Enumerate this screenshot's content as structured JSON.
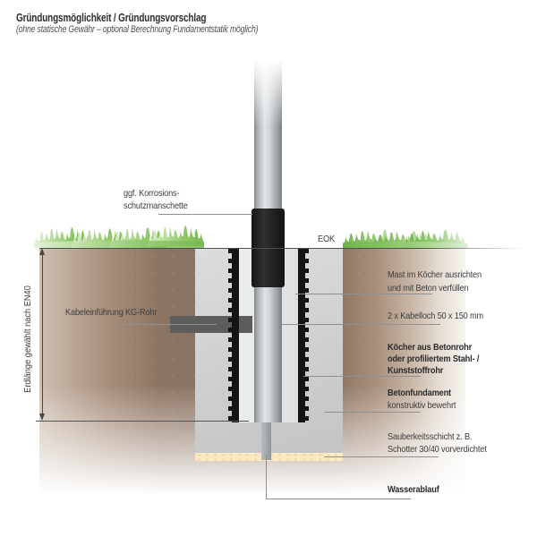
{
  "header": {
    "title": "Gründungsmöglichkeit / Gründungsvorschlag",
    "subtitle": "(ohne statische Gewähr – optional Berechnung Fundamentstatik möglich)"
  },
  "diagram": {
    "eok": "EOK",
    "dimension": "Erdlänge gewählt nach EN40",
    "annotations": {
      "korrosion": {
        "line1": "ggf. Korrosions-",
        "line2": "schutzmanschette"
      },
      "kabeleinfuehrung": {
        "line1": "Kabeleinführung KG-Rohr"
      },
      "mast": {
        "line1": "Mast im Köcher ausrichten",
        "line2": "und mit Beton verfüllen"
      },
      "kabelloch": {
        "line1": "2 x Kabelloch 50 x 150 mm"
      },
      "koecher": {
        "line1": "Köcher aus Betonrohr",
        "line2": "oder profiliertem Stahl- /",
        "line3": "Kunststoffrohr"
      },
      "betonfundament": {
        "line1": "Betonfundament",
        "line2": "konstruktiv bewehrt"
      },
      "sauberkeitsschicht": {
        "line1": "Sauberkeitsschicht z. B.",
        "line2": "Schotter 30/40 vorverdichtet"
      },
      "wasserablauf": {
        "line1": "Wasserablauf"
      }
    }
  },
  "colors": {
    "text": "#3d3d3d",
    "text-bold": "#2c2c2c",
    "leader": "#909090",
    "earth-dark": "#8d7563",
    "earth-light": "#cebfb1",
    "grass-green": "#85c15f",
    "grass-light": "#dcedd2",
    "foundation": "#cecfcf",
    "infill": "#e7e9e9",
    "pole-highlight": "#e0e4e6",
    "pole-shadow": "#7d8184",
    "sleeve": "#1a1a1a",
    "kg-pipe": "#5d5d5b",
    "gravel": "#fbe9c4"
  }
}
